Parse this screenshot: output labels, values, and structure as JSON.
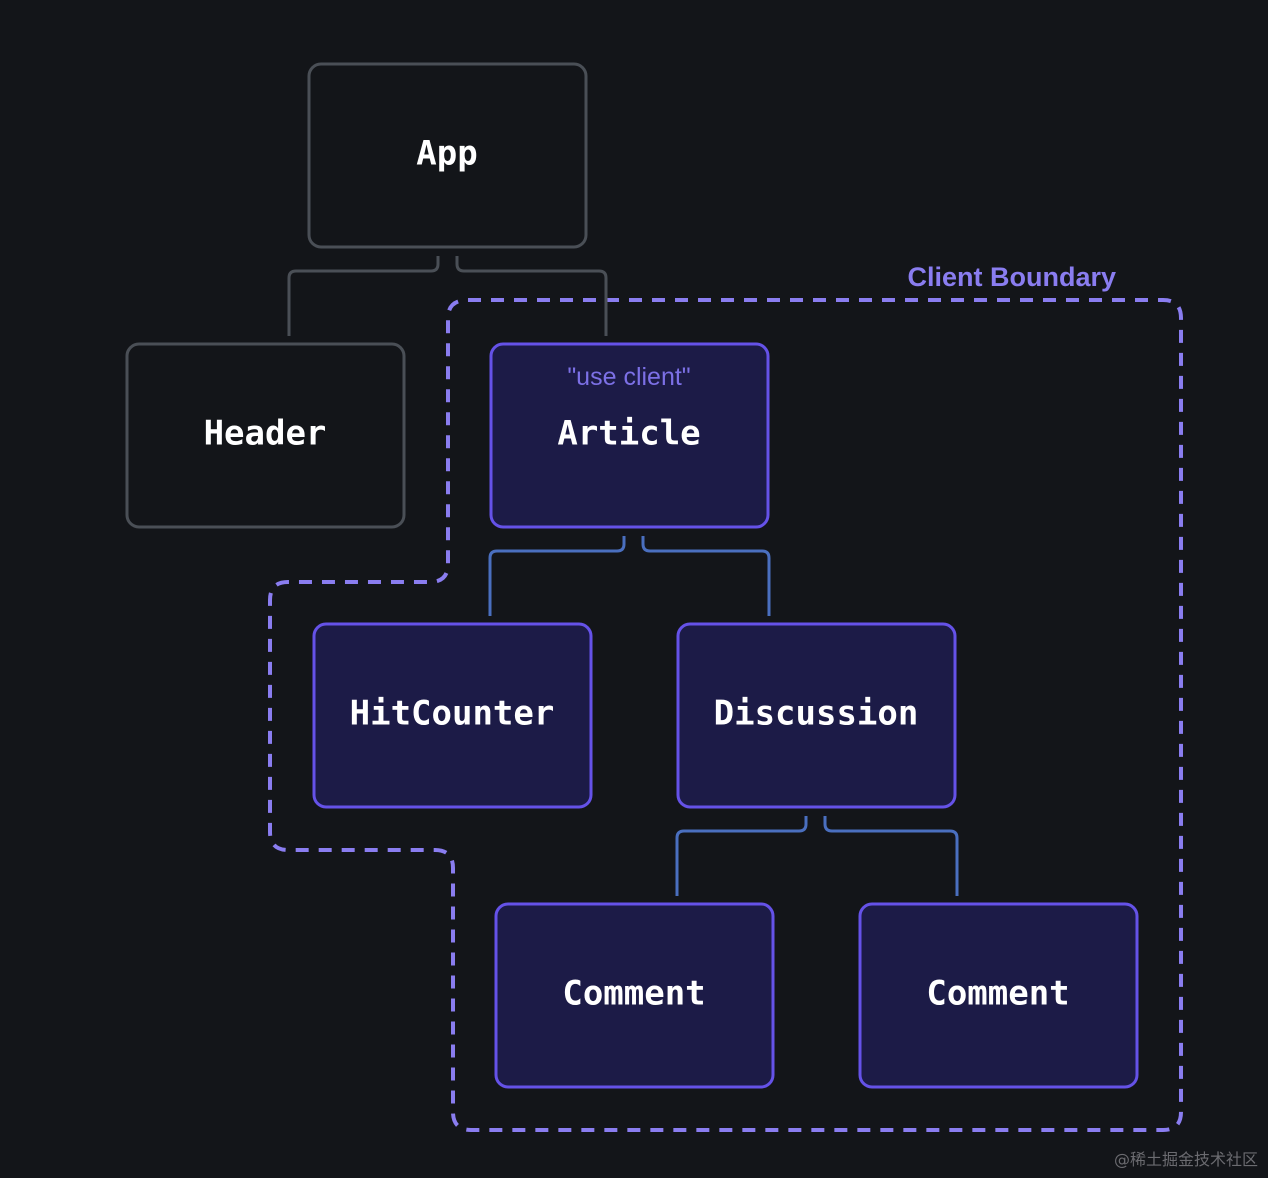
{
  "boundary": {
    "label": "Client Boundary",
    "color": "#8a7df0"
  },
  "nodes": {
    "app": {
      "label": "App",
      "kind": "server"
    },
    "header": {
      "label": "Header",
      "kind": "server"
    },
    "article": {
      "label": "Article",
      "kind": "client",
      "directive": "\"use client\""
    },
    "hitcounter": {
      "label": "HitCounter",
      "kind": "client"
    },
    "discussion": {
      "label": "Discussion",
      "kind": "client"
    },
    "comment_1": {
      "label": "Comment",
      "kind": "client"
    },
    "comment_2": {
      "label": "Comment",
      "kind": "client"
    }
  },
  "edges": [
    {
      "from": "App",
      "to": "Header"
    },
    {
      "from": "App",
      "to": "Article"
    },
    {
      "from": "Article",
      "to": "HitCounter"
    },
    {
      "from": "Article",
      "to": "Discussion"
    },
    {
      "from": "Discussion",
      "to": "Comment"
    },
    {
      "from": "Discussion",
      "to": "Comment"
    }
  ],
  "colors": {
    "background": "#131519",
    "server_border": "#4a4f56",
    "server_fill": "#131519",
    "server_edge": "#4a4f56",
    "client_border": "#6552e8",
    "client_fill": "#1c1b47",
    "client_edge": "#4a6fbf",
    "boundary": "#8a7df0",
    "text": "#ffffff"
  },
  "watermark": "@稀土掘金技术社区"
}
